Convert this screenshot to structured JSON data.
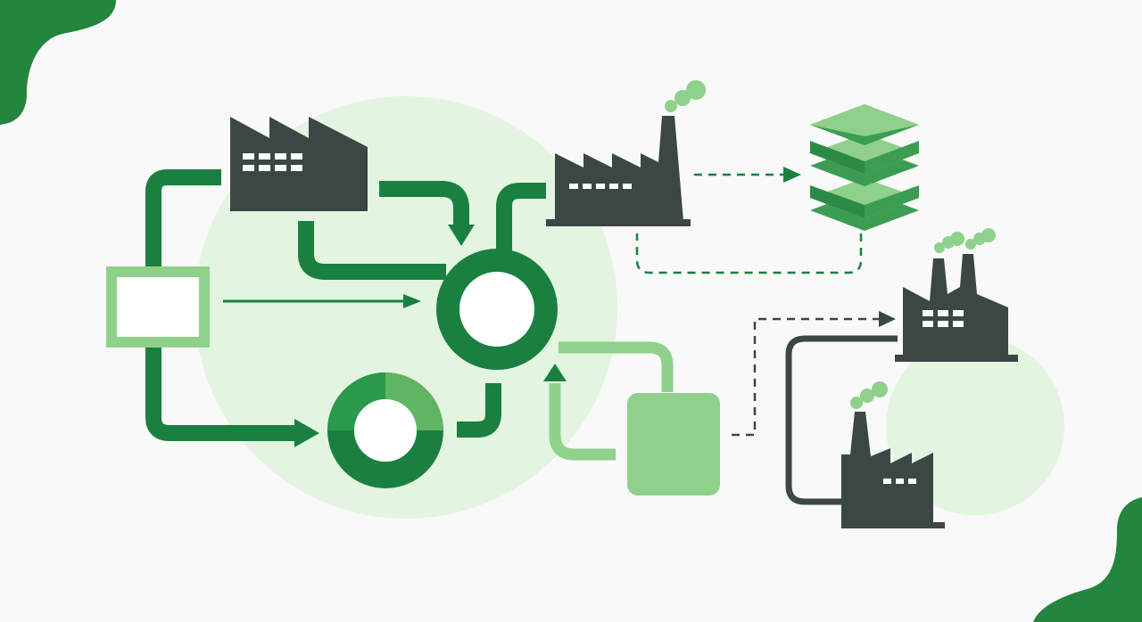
{
  "diagram": {
    "type": "industrial-flow-illustration",
    "palette": {
      "background": "#f8f9f8",
      "dark_green": "#1a8040",
      "light_green": "#8fd18a",
      "pale_green": "#e3f4e1",
      "dark_gray": "#3a4744",
      "blob_green": "#23853e"
    },
    "nodes": [
      {
        "id": "factory-top-left",
        "icon": "factory-icon"
      },
      {
        "id": "factory-center",
        "icon": "factory-icon"
      },
      {
        "id": "stacked-layers",
        "icon": "layers-icon"
      },
      {
        "id": "factory-right-top",
        "icon": "factory-icon"
      },
      {
        "id": "factory-right-bottom",
        "icon": "factory-icon"
      },
      {
        "id": "hub-ring",
        "icon": "ring-icon"
      },
      {
        "id": "donut-chart",
        "icon": "donut-icon"
      },
      {
        "id": "input-box",
        "icon": "outline-rectangle-icon"
      },
      {
        "id": "storage-block",
        "icon": "rounded-block-icon"
      }
    ],
    "connections": [
      {
        "from": "input-box",
        "to": "factory-top-left",
        "style": "solid"
      },
      {
        "from": "input-box",
        "to": "hub-ring",
        "style": "solid"
      },
      {
        "from": "input-box",
        "to": "donut-chart",
        "style": "solid"
      },
      {
        "from": "factory-top-left",
        "to": "hub-ring",
        "style": "solid"
      },
      {
        "from": "hub-ring",
        "to": "factory-center",
        "style": "solid"
      },
      {
        "from": "factory-center",
        "to": "stacked-layers",
        "style": "dashed"
      },
      {
        "from": "stacked-layers",
        "to": "factory-center",
        "style": "dashed"
      },
      {
        "from": "donut-chart",
        "to": "hub-ring",
        "style": "solid"
      },
      {
        "from": "storage-block",
        "to": "hub-ring",
        "style": "solid"
      },
      {
        "from": "storage-block",
        "to": "factory-right-top",
        "style": "dashed"
      },
      {
        "from": "factory-right-bottom",
        "to": "factory-right-top",
        "style": "solid"
      }
    ]
  }
}
